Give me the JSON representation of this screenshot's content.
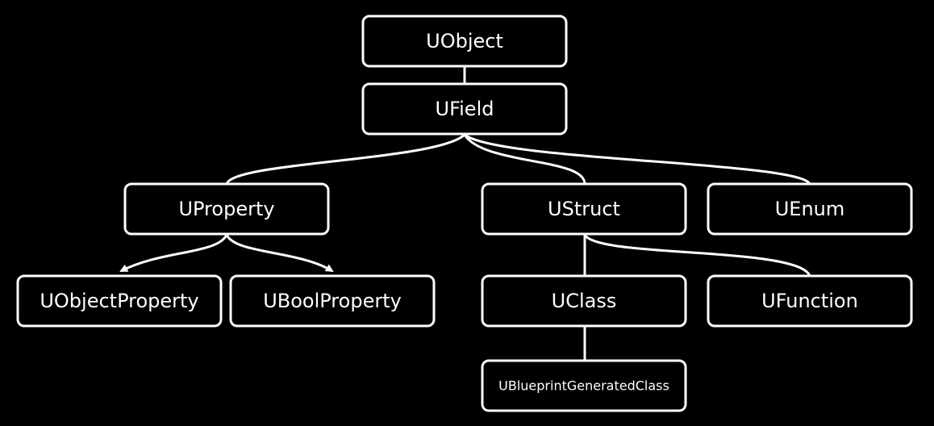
{
  "diagram": {
    "background": "#000000",
    "stroke_color": "#ffffff",
    "nodes": {
      "uobject": "UObject",
      "ufield": "UField",
      "uproperty": "UProperty",
      "ustruct": "UStruct",
      "uenum": "UEnum",
      "uobjectproperty": "UObjectProperty",
      "uboolproperty": "UBoolProperty",
      "uclass": "UClass",
      "ufunction": "UFunction",
      "ublueprintgeneratedclass": "UBlueprintGeneratedClass"
    },
    "edges": [
      {
        "from": "uobject",
        "to": "ufield"
      },
      {
        "from": "ufield",
        "to": "uproperty"
      },
      {
        "from": "ufield",
        "to": "ustruct"
      },
      {
        "from": "ufield",
        "to": "uenum"
      },
      {
        "from": "uproperty",
        "to": "uobjectproperty",
        "arrow": true
      },
      {
        "from": "uproperty",
        "to": "uboolproperty",
        "arrow": true
      },
      {
        "from": "ustruct",
        "to": "uclass"
      },
      {
        "from": "ustruct",
        "to": "ufunction"
      },
      {
        "from": "uclass",
        "to": "ublueprintgeneratedclass"
      }
    ]
  }
}
